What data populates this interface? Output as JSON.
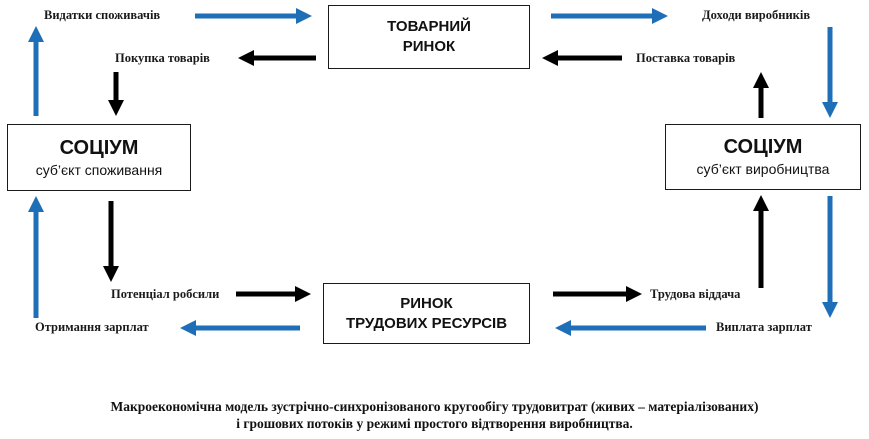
{
  "colors": {
    "money_flow": "#1f6fb8",
    "goods_labor_flow": "#000000"
  },
  "boxes": {
    "goods_market": {
      "line1": "ТОВАРНИЙ",
      "line2": "РИНОК"
    },
    "consumer_society": {
      "title": "СОЦІУМ",
      "subtitle": "суб’єкт споживання"
    },
    "producer_society": {
      "title": "СОЦІУМ",
      "subtitle": "суб’єкт виробництва"
    },
    "labor_market": {
      "line1": "РИНОК",
      "line2": "ТРУДОВИХ РЕСУРСІВ"
    }
  },
  "labels": {
    "consumer_spending": "Видатки споживачів",
    "producer_income": "Доходи виробників",
    "goods_purchase": "Покупка товарів",
    "goods_supply": "Поставка товарів",
    "labor_potential": "Потенціал робсили",
    "labor_output": "Трудова віддача",
    "wage_receipt": "Отримання зарплат",
    "wage_payment": "Виплата зарплат"
  },
  "arrows": [
    {
      "name": "consumer-spending-arrow",
      "flow": "money",
      "direction": "right"
    },
    {
      "name": "producer-income-arrow",
      "flow": "money",
      "direction": "right"
    },
    {
      "name": "producer-income-down-arrow",
      "flow": "money",
      "direction": "down"
    },
    {
      "name": "wage-payment-down-arrow",
      "flow": "money",
      "direction": "down"
    },
    {
      "name": "wage-payment-arrow",
      "flow": "money",
      "direction": "left"
    },
    {
      "name": "wage-receipt-arrow",
      "flow": "money",
      "direction": "left"
    },
    {
      "name": "wage-receipt-up-arrow",
      "flow": "money",
      "direction": "up"
    },
    {
      "name": "consumer-spending-up-arrow",
      "flow": "money",
      "direction": "up"
    },
    {
      "name": "goods-purchase-arrow",
      "flow": "goods",
      "direction": "left"
    },
    {
      "name": "goods-purchase-down-arrow",
      "flow": "goods",
      "direction": "down"
    },
    {
      "name": "goods-supply-arrow",
      "flow": "goods",
      "direction": "left"
    },
    {
      "name": "goods-supply-up-arrow",
      "flow": "goods",
      "direction": "up"
    },
    {
      "name": "labor-potential-down-arrow",
      "flow": "labor",
      "direction": "down"
    },
    {
      "name": "labor-potential-arrow",
      "flow": "labor",
      "direction": "right"
    },
    {
      "name": "labor-output-arrow",
      "flow": "labor",
      "direction": "right"
    },
    {
      "name": "labor-output-up-arrow",
      "flow": "labor",
      "direction": "up"
    }
  ],
  "caption": {
    "line1": "Макроекономічна модель зустрічно-синхронізованого кругообігу трудовитрат (живих – матеріалізованих)",
    "line2": "і грошових потоків у режимі простого відтворення виробництва."
  }
}
